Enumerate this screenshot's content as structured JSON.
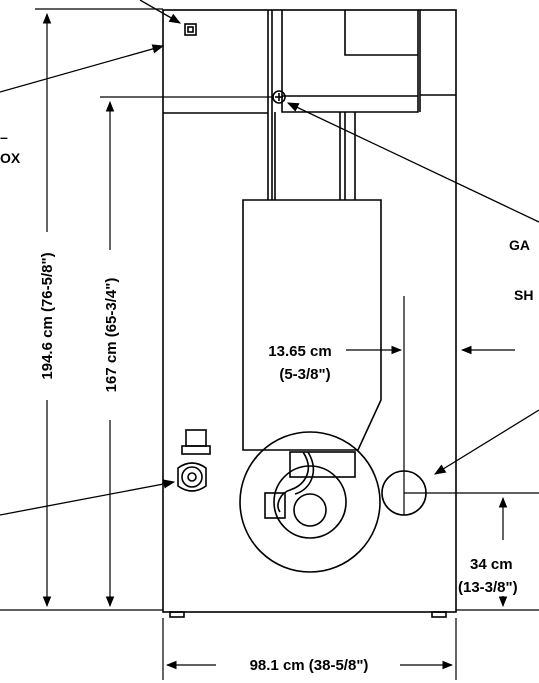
{
  "dimensions": {
    "overall_height": "194.6 cm (76-5/8\")",
    "gas_inlet_height": "167 cm (65-3/4\")",
    "inner_offset_cm": "13.65 cm",
    "inner_offset_in": "(5-3/8\")",
    "drain_height_cm": "34 cm",
    "drain_height_in": "(13-3/8\")",
    "overall_width": "98.1 cm (38-5/8\")"
  },
  "callouts": {
    "box_fragment_a": "–",
    "box_fragment_b": "OX",
    "gas_fragment": "GA",
    "shut_fragment": "SH"
  },
  "colors": {
    "line": "#000000",
    "background": "#ffffff"
  }
}
